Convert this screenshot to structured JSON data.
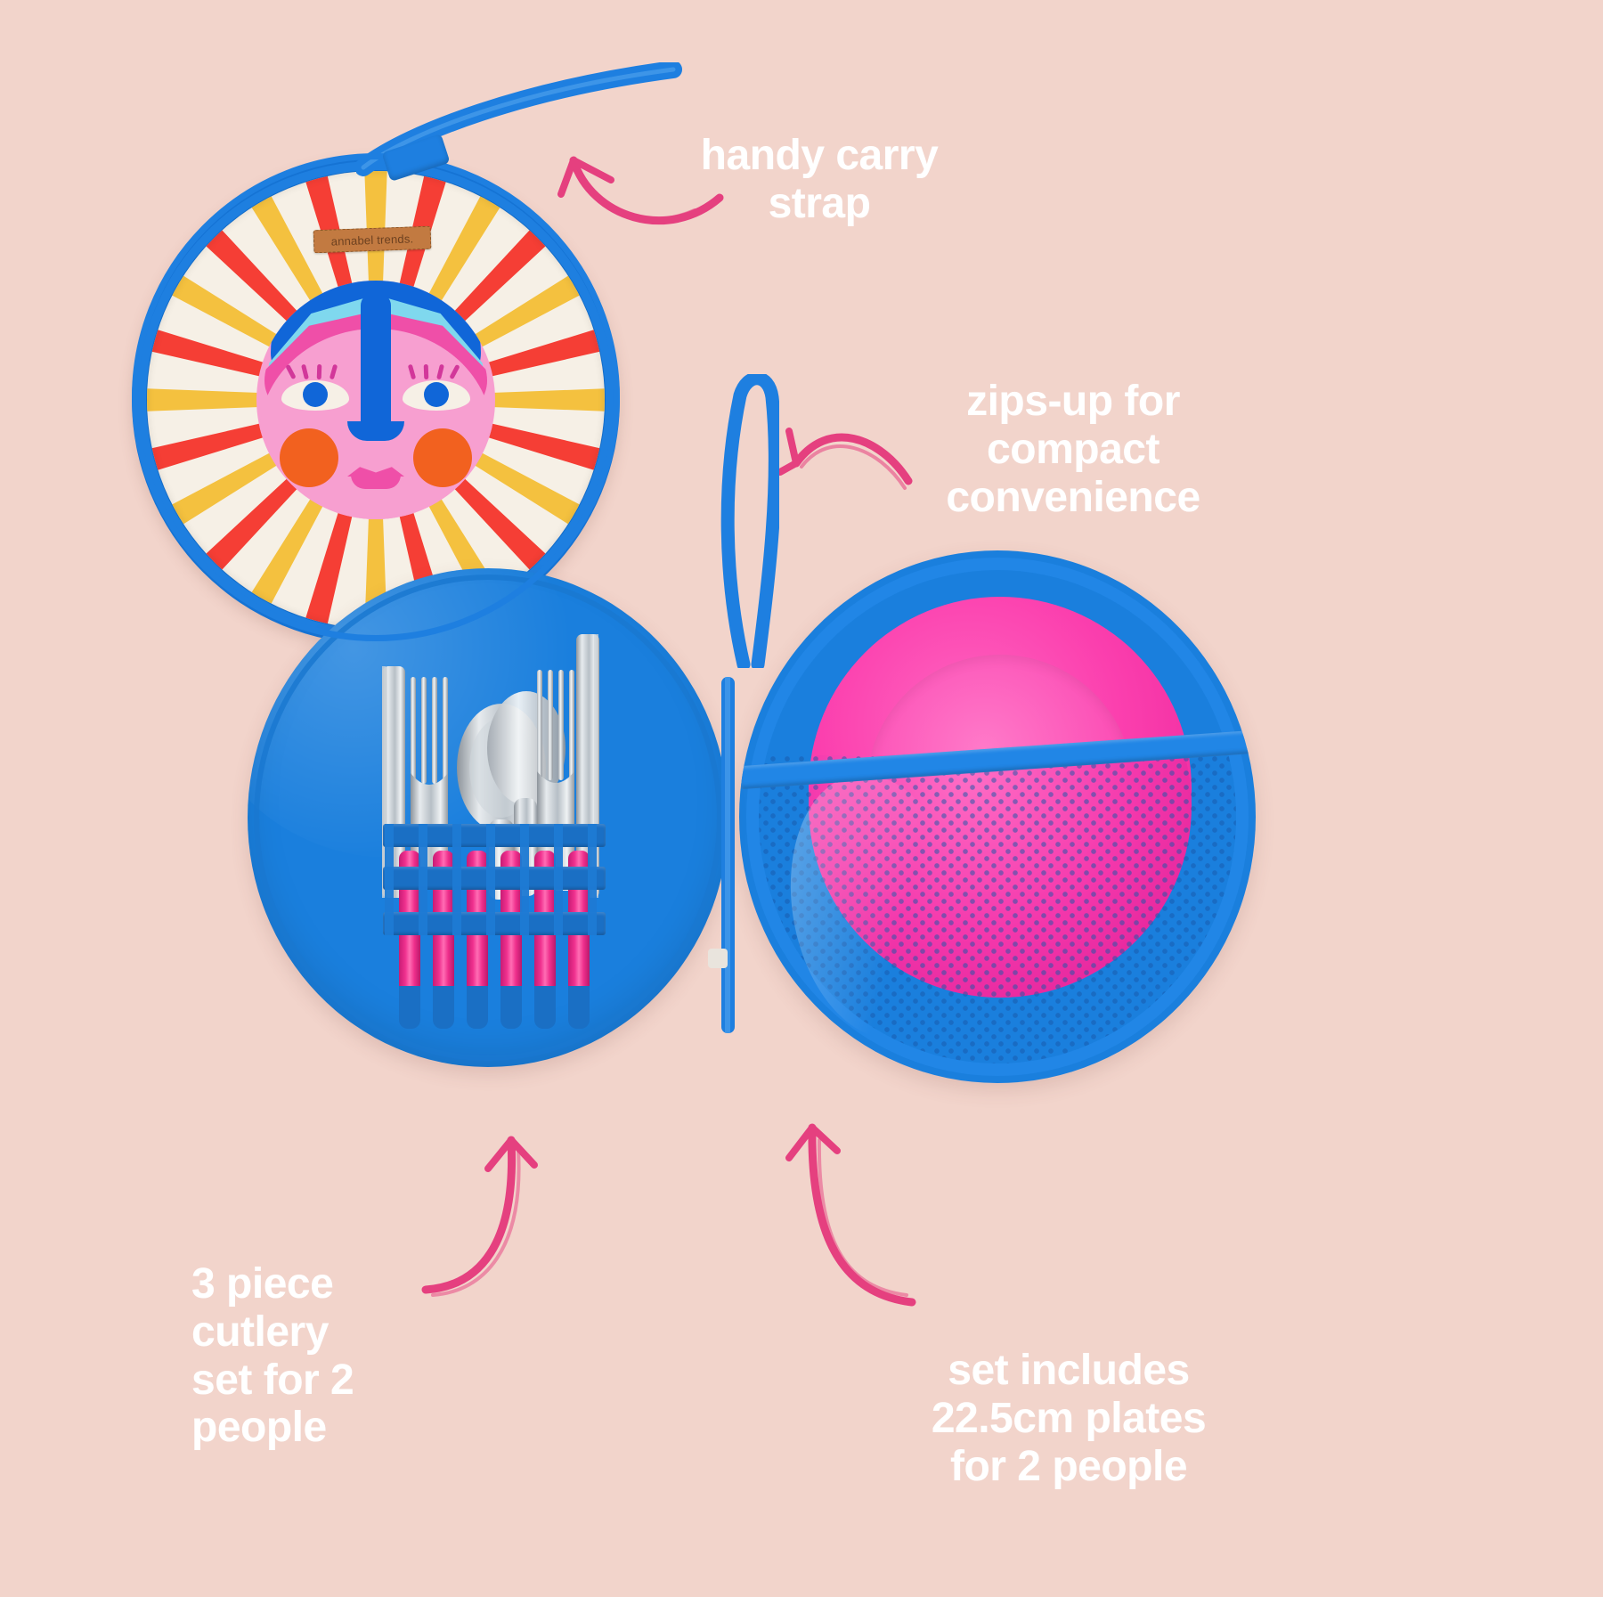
{
  "page": {
    "background_color": "#f2d4cb",
    "title": "Sun print picnic set product features"
  },
  "palette": {
    "background": "#f2d4cb",
    "arrow_pink": "#e5407f",
    "text_white": "#ffffff",
    "bag_blue": "#1a7fdd",
    "zip_blue": "#2186e6",
    "plate_pink": "#fb3fae",
    "handle_pink": "#f0318f",
    "ray_yellow": "#f4c13f",
    "ray_red": "#f53e35",
    "face_pink": "#f79fd0",
    "hair_blue": "#1066d8",
    "hair_cyan": "#7fd8ee",
    "hair_magenta": "#ef4fa8",
    "cheek_orange": "#f2611f",
    "cream": "#f6f0e6",
    "label_tan": "#c27a41"
  },
  "annotations": [
    {
      "id": "carry-strap",
      "text": "handy carry\nstrap",
      "arrow": "curved-arrow-up-left",
      "position": "top-center-right"
    },
    {
      "id": "zips-up",
      "text": "zips-up for\ncompact\nconvenience",
      "arrow": "curved-arrow-down-left",
      "position": "middle-right"
    },
    {
      "id": "cutlery-set",
      "text": "3 piece\ncutlery\nset for 2\npeople",
      "arrow": "curved-arrow-up-right",
      "position": "bottom-left"
    },
    {
      "id": "plates",
      "text": "set includes\n22.5cm plates\nfor 2 people",
      "arrow": "curved-arrow-up",
      "position": "bottom-right"
    }
  ],
  "product": {
    "brand_label": "annabel trends.",
    "lid": {
      "name": "sun-print-lid",
      "ray_count": 24,
      "ray_colors": [
        "#f4c13f",
        "#f53e35"
      ]
    },
    "left_pouch": {
      "name": "cutlery-pouch",
      "utensil_count": 6,
      "utensils": [
        "knife",
        "fork",
        "spoon",
        "spoon",
        "fork",
        "knife"
      ],
      "handle_color": "#f0318f",
      "elastic_loop_count": 6
    },
    "right_pouch": {
      "name": "plate-pouch",
      "plate_count": 2,
      "plate_color": "#fb3fae",
      "mesh_color": "#1a5aaa"
    }
  }
}
